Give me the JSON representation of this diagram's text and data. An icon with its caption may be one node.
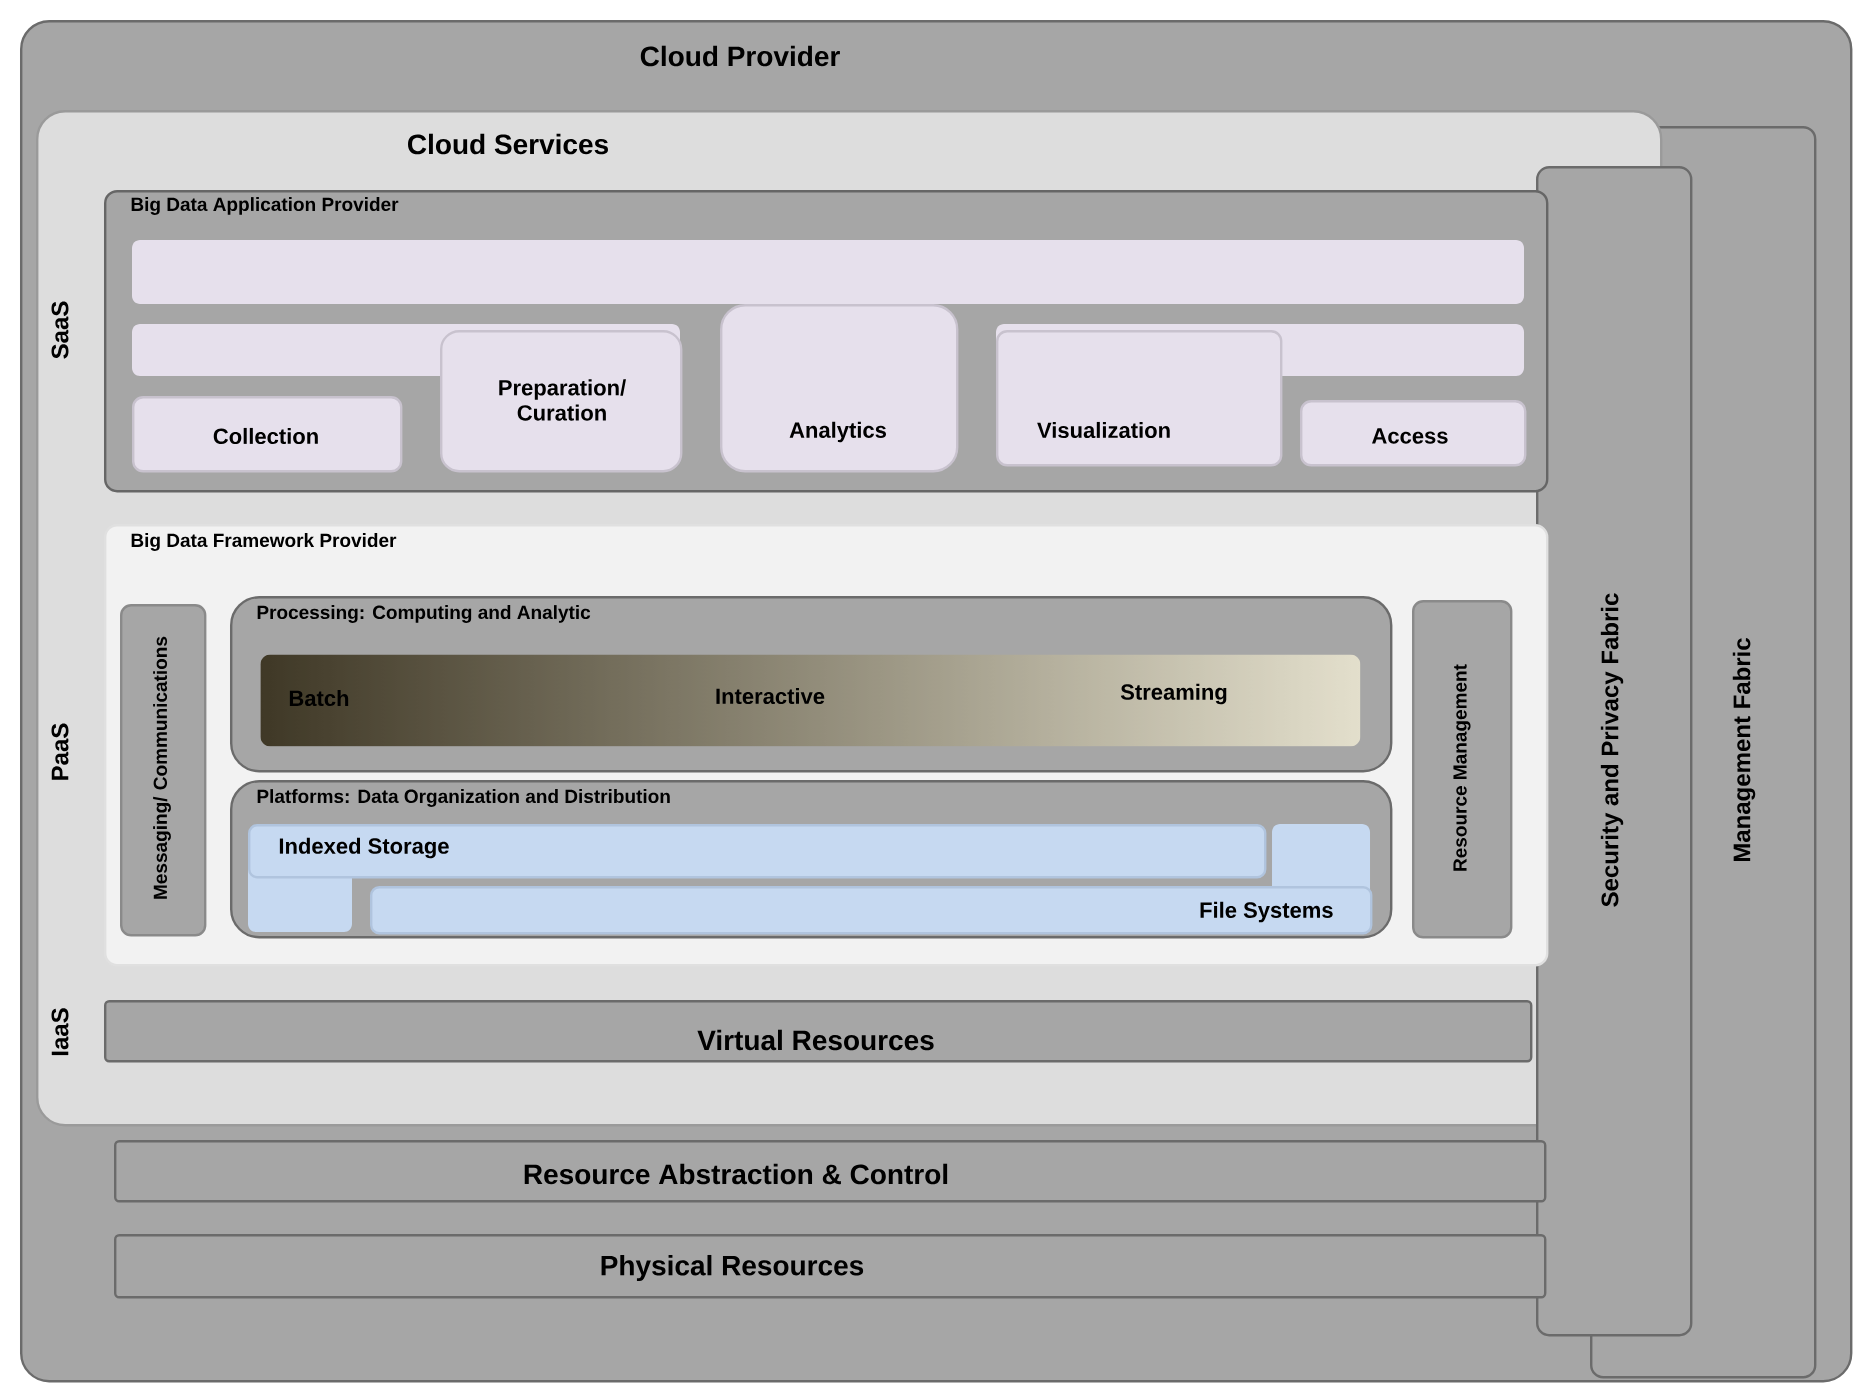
{
  "diagram": {
    "nodes": [
      {
        "text": [
          "Cloud Provider"
        ]
      },
      {
        "text": [
          "Cloud Services"
        ],
        "in": 0
      },
      {
        "text": [
          "Big Data Application Provider"
        ],
        "in": 1
      },
      {
        "text": [
          "Collection"
        ],
        "in": 2
      },
      {
        "text": [
          "Preparation/ Curation"
        ],
        "in": 2
      },
      {
        "text": [
          "Analytics"
        ],
        "in": 2
      },
      {
        "text": [
          "Visualization"
        ],
        "in": 2
      },
      {
        "text": [
          "Access"
        ],
        "in": 2
      },
      {
        "text": [
          "Big Data Framework Provider"
        ],
        "in": 1
      },
      {
        "text": [
          "Messaging/ Communications"
        ],
        "in": 8
      },
      {
        "text": [
          "Processing: Computing and Analytic"
        ],
        "in": 8
      },
      {
        "text": [
          "Batch",
          "Interactive",
          "Streaming"
        ],
        "in": 10
      },
      {
        "text": [
          "Platforms: Data Organization and Distribution"
        ],
        "in": 8
      },
      {
        "text": [
          "Indexed Storage"
        ],
        "in": 12
      },
      {
        "text": [
          "File Systems"
        ],
        "in": 12
      },
      {
        "text": [
          "Resource Management"
        ],
        "in": 8
      },
      {
        "text": [
          "Virtual Resources"
        ],
        "in": 1
      },
      {
        "text": [
          "Resource Abstraction & Control"
        ],
        "in": 0
      },
      {
        "text": [
          "Physical Resources"
        ],
        "in": 0
      },
      {
        "text": [
          "Security and Privacy Fabric"
        ],
        "in": 0
      },
      {
        "text": [
          "Management Fabric"
        ],
        "in": 0
      }
    ],
    "labels": [
      "SaaS",
      "PaaS",
      "IaaS"
    ]
  }
}
